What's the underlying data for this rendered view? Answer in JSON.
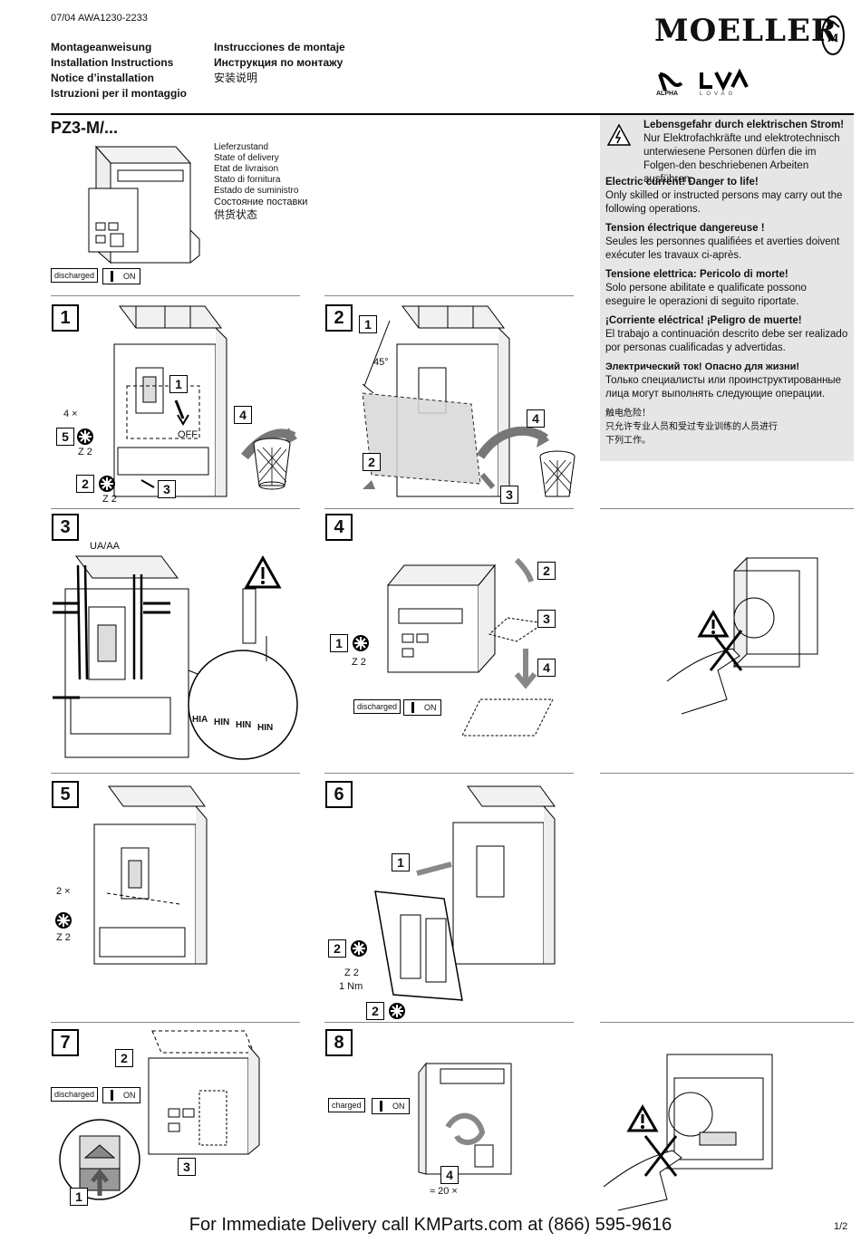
{
  "doc_ref": "07/04 AWA1230-2233",
  "header": {
    "col1": [
      "Montageanweisung",
      "Installation Instructions",
      "Notice d’installation",
      "Istruzioni per il montaggio"
    ],
    "col2": [
      "Instrucciones de montaje",
      "Инструкция по монтажу",
      "安装说明"
    ],
    "brand": "MOELLER",
    "logo_alpha": "ALPHA",
    "logo_lovag": "LOVAG"
  },
  "title": "PZ3-M/...",
  "delivery": {
    "labels": [
      "Lieferzustand",
      "State of delivery",
      "Etat de livraison",
      "Stato di fornitura",
      "Estado de suministro",
      "Состояние поставки",
      "供货状态"
    ],
    "state": "discharged",
    "on": "ON"
  },
  "warning": {
    "de_title": "Lebensgefahr durch elektrischen Strom!",
    "de_text": "Nur Elektrofachkräfte und elektrotechnisch unterwiesene Personen dürfen die im Folgen-den beschriebenen Arbeiten ausführen.",
    "en_title": "Electric current! Danger to life!",
    "en_text": "Only skilled or instructed persons may carry out the following operations.",
    "fr_title": "Tension électrique dangereuse !",
    "fr_text": "Seules les personnes qualifiées et averties doivent exécuter les travaux ci-après.",
    "it_title": "Tensione elettrica: Pericolo di morte!",
    "it_text": "Solo persone abilitate e qualificate possono eseguire le operazioni di seguito riportate.",
    "es_title": "¡Corriente eléctrica! ¡Peligro de muerte!",
    "es_text": "El trabajo a continuación descrito debe ser realizado por personas cualificadas y advertidas.",
    "ru_title": "Электрический ток! Опасно для жизни!",
    "ru_text": "Только специалисты или проинструктированные лица могут выполнять следующие операции.",
    "zh_title": "触电危险！",
    "zh_text_1": "只允许专业人员和受过专业训练的人员进行",
    "zh_text_2": "下列工作。"
  },
  "steps": {
    "s1": "1",
    "s2": "2",
    "s3": "3",
    "s4": "4",
    "s5": "5",
    "s6": "6",
    "s7": "7",
    "s8": "8"
  },
  "labels": {
    "times4": "4 ×",
    "times2": "2 ×",
    "z2": "Z 2",
    "off": "OFF",
    "deg45": "45°",
    "ua_aa": "UA/AA",
    "hia": "HIA",
    "hin": "HIN",
    "nm": "1 Nm",
    "approx20": "≈ 20 ×",
    "discharged": "discharged",
    "charged": "charged",
    "on": "ON",
    "n1": "1",
    "n2": "2",
    "n3": "3",
    "n4": "4",
    "n5": "5"
  },
  "footer": "For Immediate Delivery call KMParts.com at (866) 595-9616",
  "page_num": "1/2"
}
